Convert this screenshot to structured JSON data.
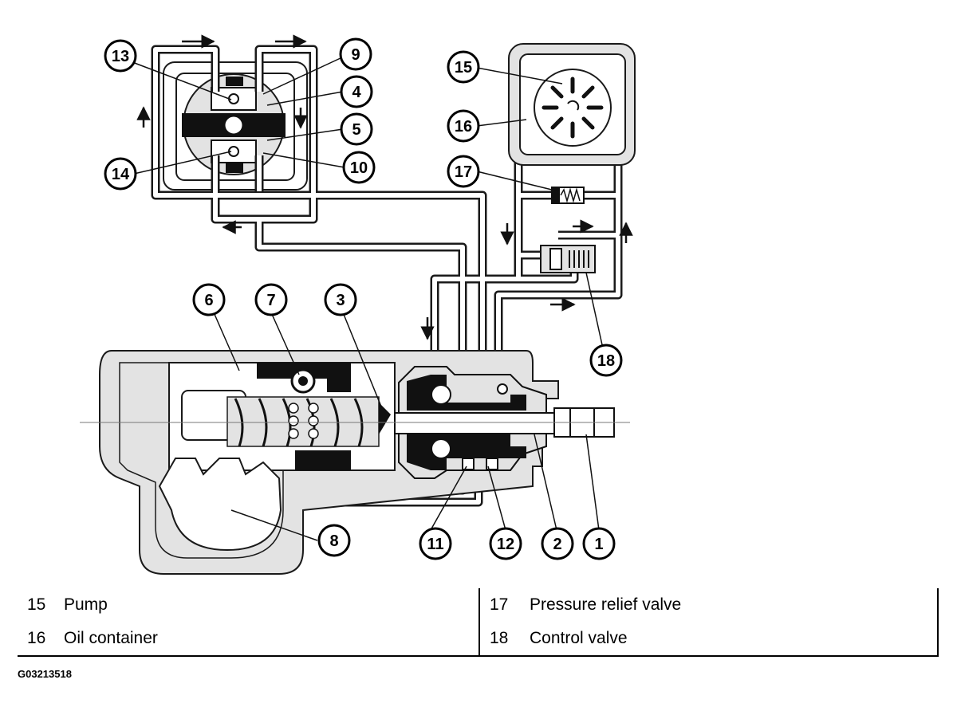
{
  "callouts": [
    "1",
    "2",
    "3",
    "4",
    "5",
    "6",
    "7",
    "8",
    "9",
    "10",
    "11",
    "12",
    "13",
    "14",
    "15",
    "16",
    "17",
    "18"
  ],
  "legend": [
    {
      "num": "15",
      "label": "Pump",
      "num2": "17",
      "label2": "Pressure relief valve"
    },
    {
      "num": "16",
      "label": "Oil container",
      "num2": "18",
      "label2": "Control valve"
    }
  ],
  "figure_code": "G03213518",
  "colors": {
    "body_fill": "#e3e3e3",
    "line": "#1a1a1a",
    "dark_part": "#111111"
  }
}
